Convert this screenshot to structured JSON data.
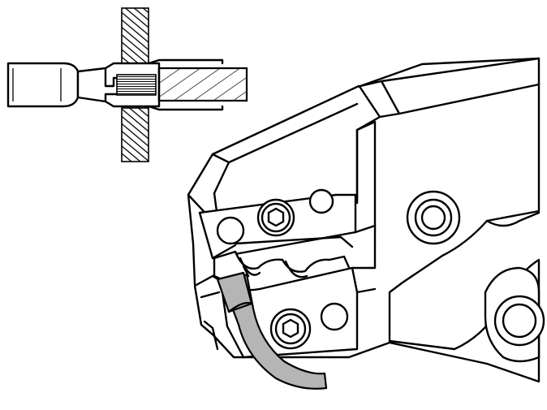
{
  "figure": {
    "colors": {
      "line": "#000000",
      "background": "#ffffff",
      "cable": "#b5b5b5"
    },
    "components": [
      "detail-inset-crimp-section",
      "crimp-die-upper-jaw",
      "crimp-die-lower-jaw",
      "hex-socket-screw",
      "pivot-bolt",
      "insulated-cable",
      "connector-sleeve"
    ]
  }
}
